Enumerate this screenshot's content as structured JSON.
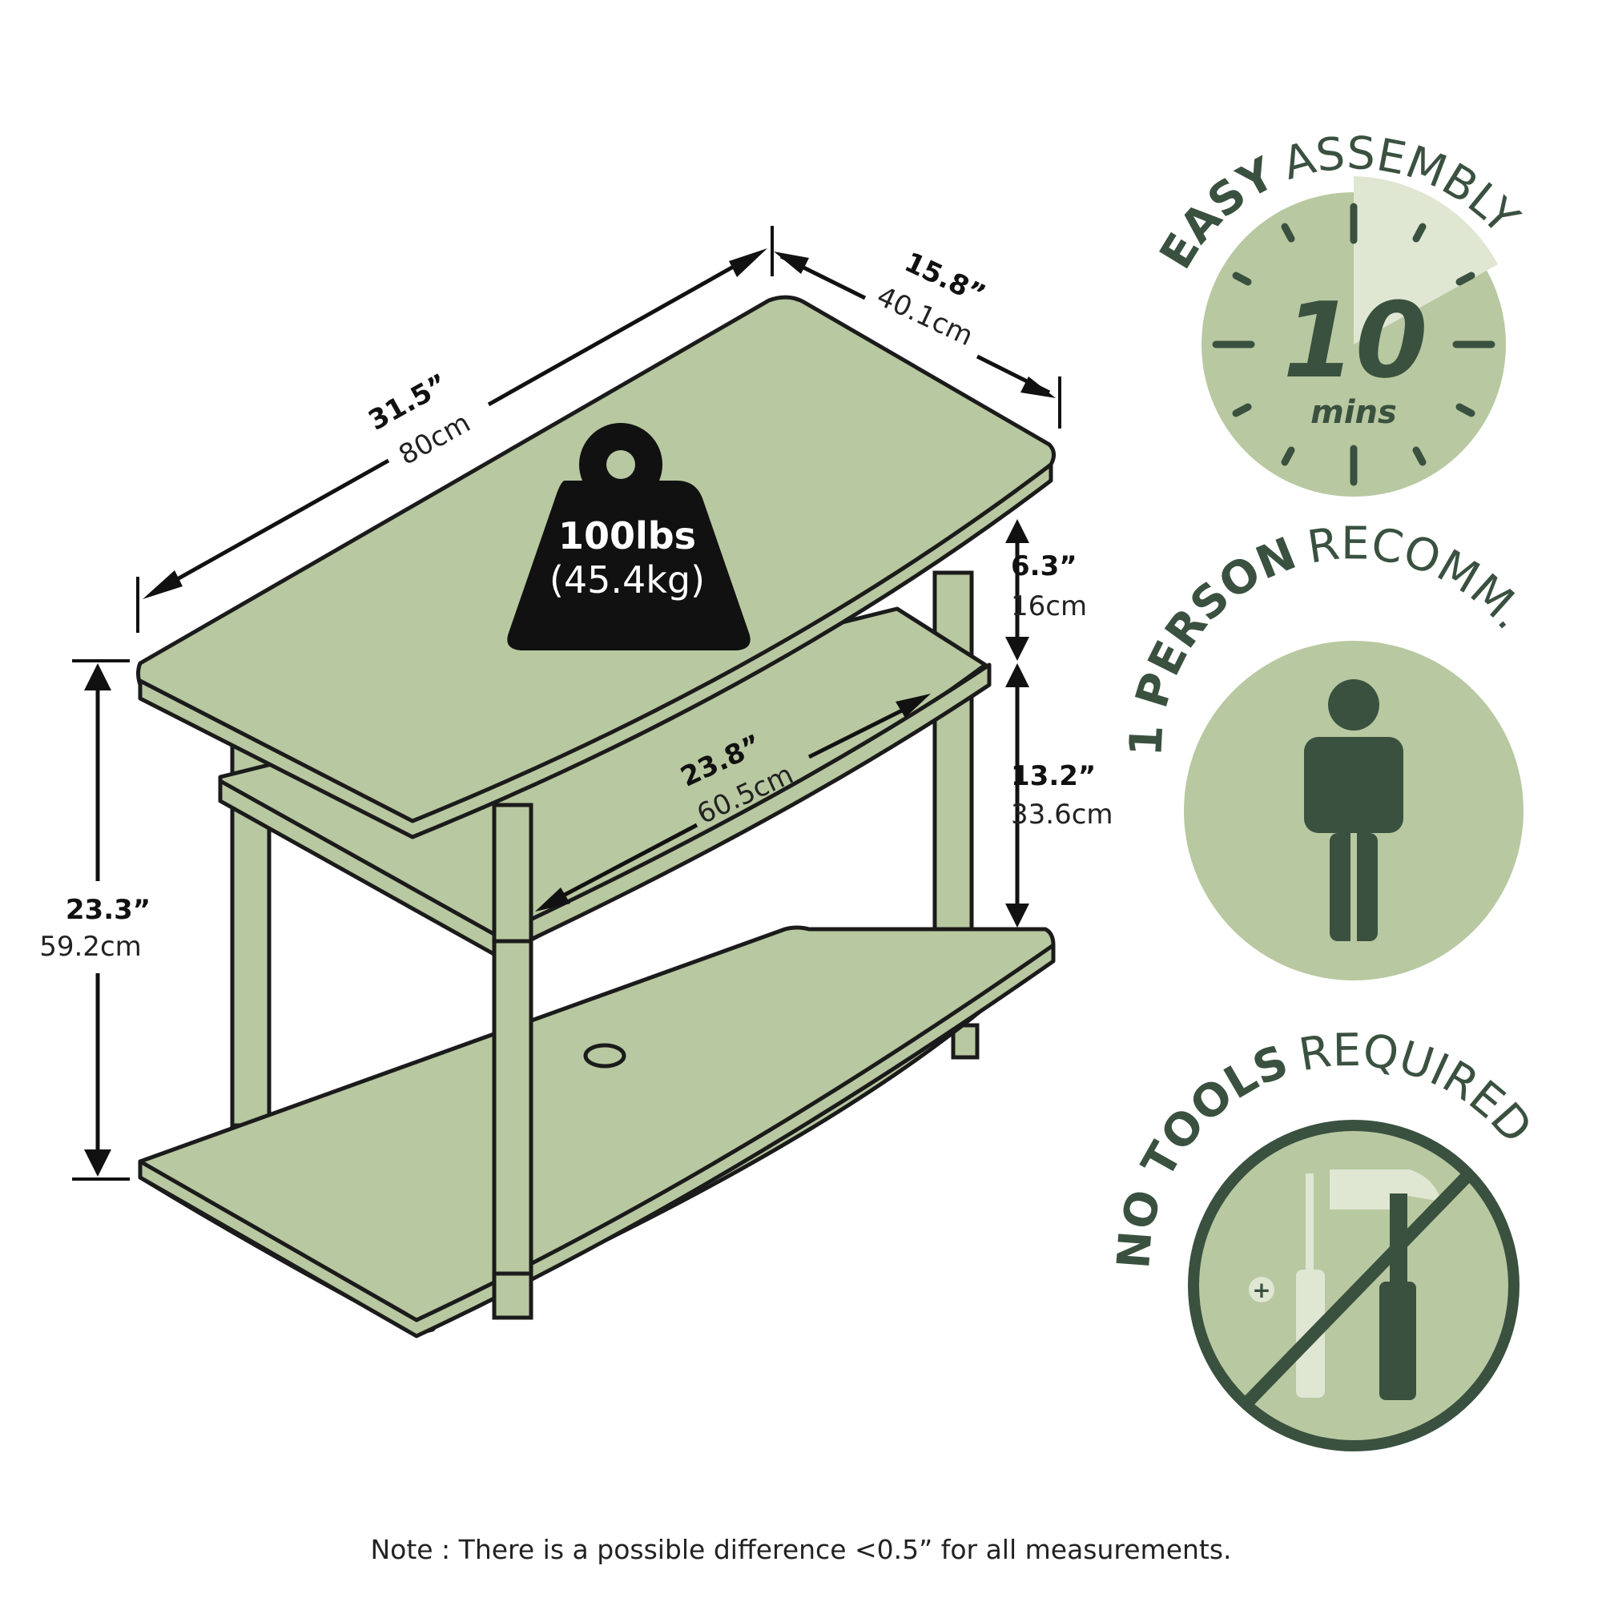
{
  "dimensions": {
    "width": {
      "in": "31.5”",
      "cm": "80cm"
    },
    "depth": {
      "in": "15.8”",
      "cm": "40.1cm"
    },
    "height": {
      "in": "23.3”",
      "cm": "59.2cm"
    },
    "top_gap": {
      "in": "6.3”",
      "cm": "16cm"
    },
    "middle_gap": {
      "in": "13.2”",
      "cm": "33.6cm"
    },
    "inner_width": {
      "in": "23.8”",
      "cm": "60.5cm"
    }
  },
  "weight": {
    "lbs": "100lbs",
    "kg": "(45.4kg)",
    "icon": "weight-icon"
  },
  "badges": {
    "assembly": {
      "bold": "EASY",
      "rest": "ASSEMBLY",
      "number": "10",
      "unit": "mins",
      "icon": "clock-icon"
    },
    "person": {
      "bold": "1 PERSON",
      "rest": "RECOMM.",
      "icon": "person-icon"
    },
    "tools": {
      "bold": "NO TOOLS",
      "rest": "REQUIRED",
      "icon": "no-tools-icon"
    }
  },
  "colors": {
    "shelf_green": "#b8c8a0",
    "dark_green": "#3a5140",
    "badge_bg": "#b8c8a0",
    "badge_highlight": "#dfe6d2",
    "outline": "#1b1b1b"
  },
  "note": "Note : There is a possible difference <0.5” for all measurements."
}
